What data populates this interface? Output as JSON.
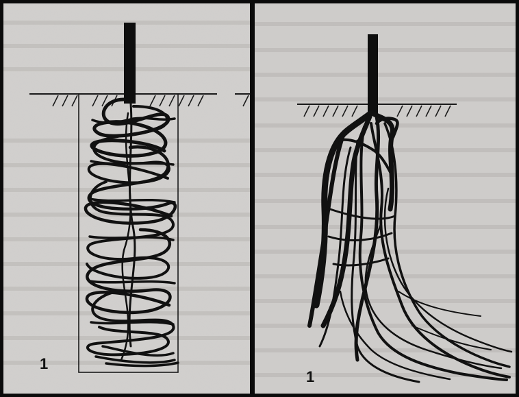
{
  "figures": [
    {
      "id": "left",
      "label": "1"
    },
    {
      "id": "right",
      "label": "1"
    }
  ]
}
